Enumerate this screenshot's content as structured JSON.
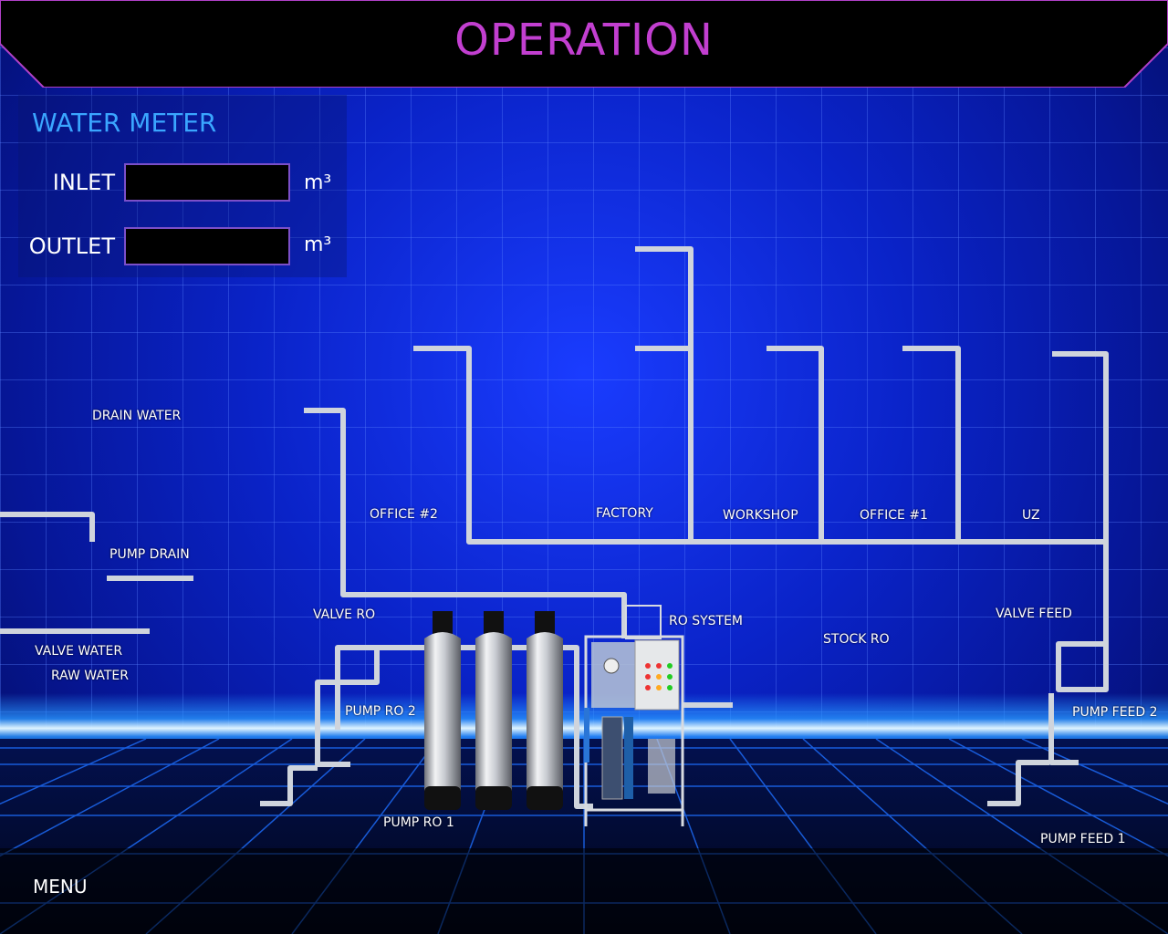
{
  "header": {
    "title": "OPERATION"
  },
  "water_meter": {
    "title": "WATER METER",
    "inlet_label": "INLET",
    "inlet_value": "",
    "outlet_label": "OUTLET",
    "outlet_value": "",
    "unit": "m³"
  },
  "labels": {
    "drain_water": "DRAIN WATER",
    "pump_drain": "PUMP DRAIN",
    "valve_water": "VALVE  WATER",
    "raw_water": "RAW WATER",
    "office2": "OFFICE #2",
    "factory": "FACTORY",
    "workshop": "WORKSHOP",
    "office1": "OFFICE #1",
    "uz": "UZ",
    "valve_ro": "VALVE RO",
    "ro_system": "RO SYSTEM",
    "stock_ro": "STOCK RO",
    "valve_feed": "VALVE FEED",
    "pump_ro2": "PUMP RO 2",
    "pump_ro1": "PUMP RO 1",
    "pump_feed2": "PUMP FEED 2",
    "pump_feed1": "PUMP FEED 1"
  },
  "menu": {
    "label": "MENU"
  },
  "colors": {
    "title": "#c23fd0",
    "meter_title": "#3aa6ff",
    "box_border": "#7b4fc9",
    "pipe": "#d4d8e0"
  }
}
